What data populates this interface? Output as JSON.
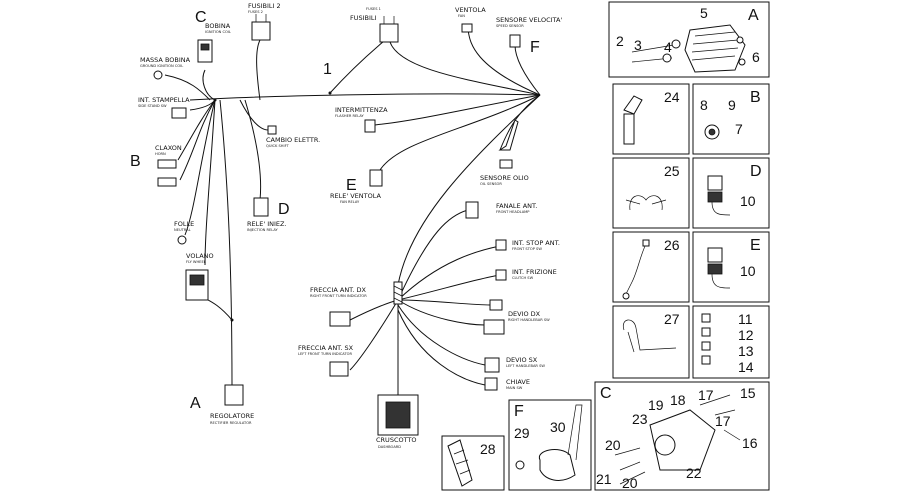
{
  "harness": {
    "main_number": "1",
    "labels": [
      {
        "id": "bobina",
        "name": "BOBINA",
        "sub": "IGNITION COIL"
      },
      {
        "id": "fusibili2",
        "name": "FUSIBILI 2",
        "sub": "FUSES 2"
      },
      {
        "id": "fusibili",
        "name": "FUSIBILI",
        "sub": "FUSES 1"
      },
      {
        "id": "ventola",
        "name": "VENTOLA",
        "sub": "FAN"
      },
      {
        "id": "sensore-velocita",
        "name": "SENSORE VELOCITA'",
        "sub": "SPEED SENSOR"
      },
      {
        "id": "massa-bobina",
        "name": "MASSA BOBINA",
        "sub": "GROUND IGNITION COIL"
      },
      {
        "id": "int-stampella",
        "name": "INT. STAMPELLA",
        "sub": "SIDE STAND SW"
      },
      {
        "id": "intermittenza",
        "name": "INTERMITTENZA",
        "sub": "FLASHER RELAY"
      },
      {
        "id": "claxon",
        "name": "CLAXON",
        "sub": "HORN"
      },
      {
        "id": "cambio-elettr",
        "name": "CAMBIO ELETTR.",
        "sub": "QUICK SHIFT"
      },
      {
        "id": "sensore-olio",
        "name": "SENSORE OLIO",
        "sub": "OIL SENSOR"
      },
      {
        "id": "rele-ventola",
        "name": "RELE' VENTOLA",
        "sub": "FAN RELAY"
      },
      {
        "id": "rele-iniez",
        "name": "RELE' INIEZ.",
        "sub": "INJECTION RELAY"
      },
      {
        "id": "folle",
        "name": "FOLLE",
        "sub": "NEUTRAL"
      },
      {
        "id": "fanale-ant",
        "name": "FANALE ANT.",
        "sub": "FRONT HEADLAMP"
      },
      {
        "id": "int-stop-ant",
        "name": "INT. STOP ANT.",
        "sub": "FRONT STOP SW"
      },
      {
        "id": "volano",
        "name": "VOLANO",
        "sub": "FLY WHEEL"
      },
      {
        "id": "int-frizione",
        "name": "INT. FRIZIONE",
        "sub": "CLUTCH SW"
      },
      {
        "id": "freccia-ant-dx",
        "name": "FRECCIA ANT. DX",
        "sub": "RIGHT FRONT TURN INDICATOR"
      },
      {
        "id": "devio-dx",
        "name": "DEVIO DX",
        "sub": "RIGHT HANDLEBAR SW"
      },
      {
        "id": "freccia-ant-sx",
        "name": "FRECCIA ANT. SX",
        "sub": "LEFT FRONT TURN INDICATOR"
      },
      {
        "id": "devio-sx",
        "name": "DEVIO SX",
        "sub": "LEFT HANDLEBAR SW"
      },
      {
        "id": "chiave",
        "name": "CHIAVE",
        "sub": "MAIN SW"
      },
      {
        "id": "regolatore",
        "name": "REGOLATORE",
        "sub": "RECTIFIER REGULATOR"
      },
      {
        "id": "cruscotto",
        "name": "CRUSCOTTO",
        "sub": "DASHBOARD"
      }
    ],
    "letters": {
      "c": "C",
      "b": "B",
      "d": "D",
      "e": "E",
      "f": "F",
      "a": "A"
    }
  },
  "panels": {
    "a": {
      "letter": "A",
      "nums": [
        "2",
        "3",
        "4",
        "5",
        "6"
      ]
    },
    "p24": {
      "num": "24"
    },
    "b": {
      "letter": "B",
      "nums": [
        "8",
        "9",
        "7"
      ]
    },
    "p25": {
      "num": "25"
    },
    "d": {
      "letter": "D",
      "num": "10"
    },
    "p26": {
      "num": "26"
    },
    "e": {
      "letter": "E",
      "num": "10"
    },
    "p27": {
      "num": "27"
    },
    "list": {
      "nums": [
        "11",
        "12",
        "13",
        "14"
      ]
    },
    "c": {
      "letter": "C",
      "nums": [
        "18",
        "19",
        "17",
        "15",
        "23",
        "17",
        "16",
        "20",
        "22",
        "21",
        "20"
      ]
    },
    "f": {
      "letter": "F",
      "nums": [
        "29",
        "30"
      ]
    },
    "p28": {
      "num": "28"
    }
  }
}
